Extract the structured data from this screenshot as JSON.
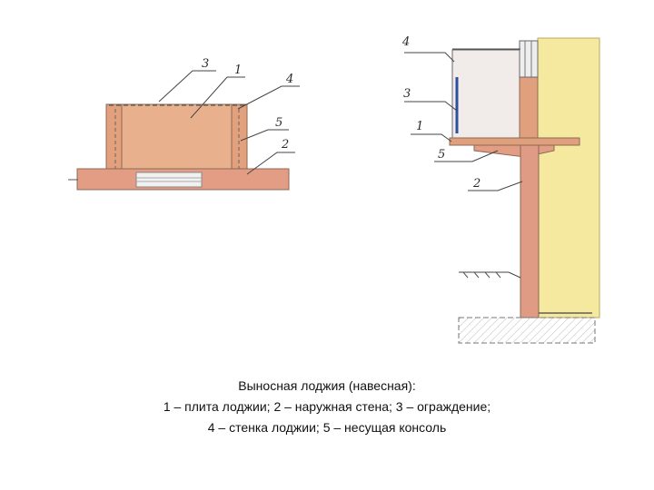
{
  "caption": {
    "line1": "Выносная лоджия (навесная):",
    "line2": "1 – плита лоджии; 2 – наружная стена; 3 – ограждение;",
    "line3": "4 – стенка лоджии; 5 – несущая консоль"
  },
  "plan_labels": {
    "l1": "1",
    "l2": "2",
    "l3": "3",
    "l4": "4",
    "l5": "5"
  },
  "section_labels": {
    "l1": "1",
    "l2": "2",
    "l3": "3",
    "l4": "4",
    "l5": "5"
  },
  "colors": {
    "slab": "#e8a78a",
    "wall": "#df9b83",
    "loggia_wall": "#e0a07e",
    "railing": "#2a4fa3",
    "masonry_fill": "#f5e9a0",
    "ink": "#3a3a3a",
    "panel": "#f1ece9"
  }
}
